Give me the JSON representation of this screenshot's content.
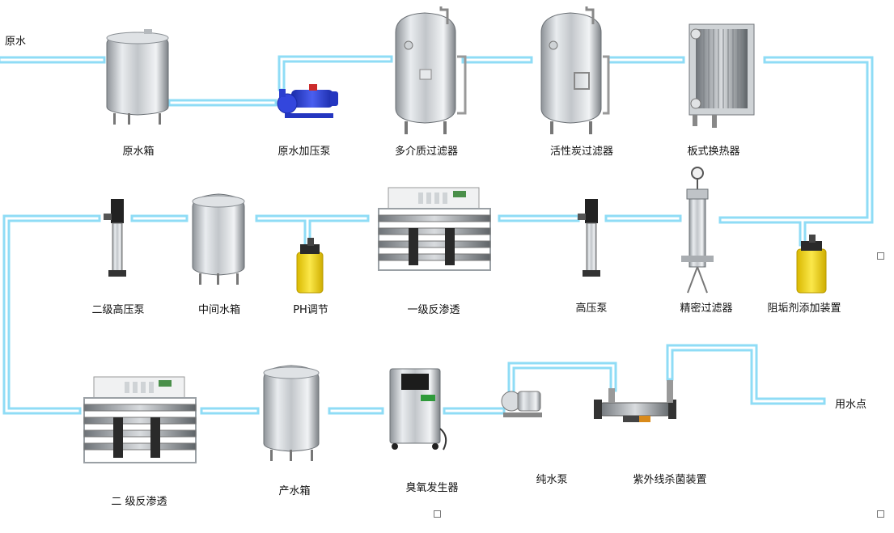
{
  "title": "",
  "labels": {
    "source": "原水",
    "raw_tank": "原水箱",
    "booster_pump": "原水加压泵",
    "multimedia_filter": "多介质过滤器",
    "carbon_filter": "活性炭过滤器",
    "plate_exchanger": "板式换热器",
    "antiscalant": "阻垢剂添加装置",
    "precision_filter": "精密过滤器",
    "hp_pump": "高压泵",
    "ro1": "一级反渗透",
    "ph": "PH调节",
    "mid_tank": "中间水箱",
    "hp_pump2": "二级高压泵",
    "ro2": "二 级反渗透",
    "product_tank": "产水箱",
    "ozone": "臭氧发生器",
    "pure_pump": "纯水泵",
    "uv": "紫外线杀菌装置",
    "use_point": "用水点"
  },
  "colors": {
    "pipe": "#8fdcf6",
    "pipe_core": "#ffffff",
    "steel": "#c9cdd1",
    "pump_blue": "#2b3fd0",
    "dosing_yellow": "#f2d40c"
  }
}
